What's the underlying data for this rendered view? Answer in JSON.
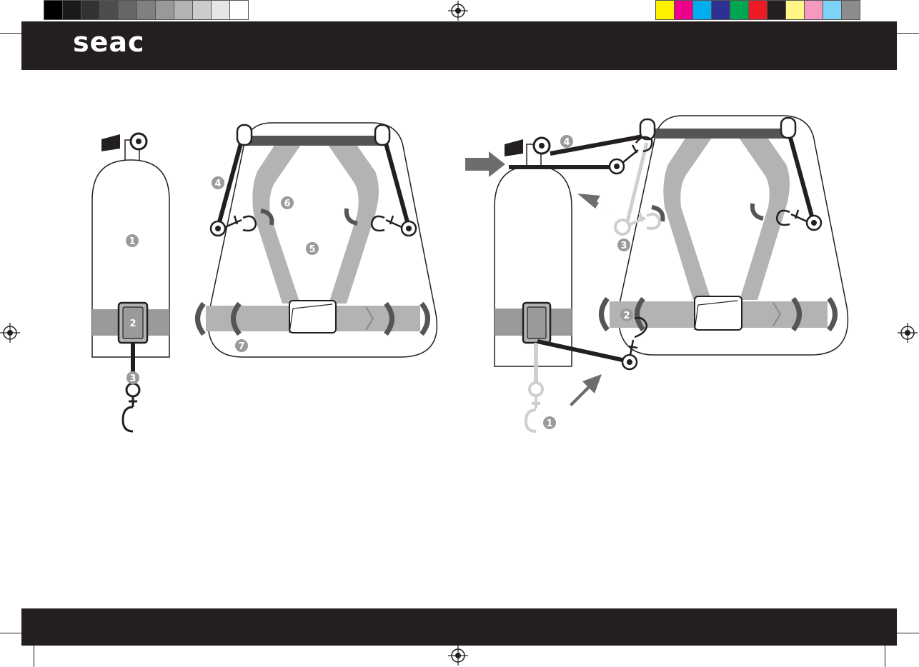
{
  "brand": {
    "logo_text": "seac",
    "bar_color": "#231f20"
  },
  "color_bar": {
    "grayscale": [
      "#000000",
      "#1a1a1a",
      "#333333",
      "#4d4d4d",
      "#666666",
      "#808080",
      "#999999",
      "#b3b3b3",
      "#cccccc",
      "#e6e6e6",
      "#ffffff"
    ],
    "colors": [
      "#fff200",
      "#ec008c",
      "#00aeef",
      "#2e3192",
      "#00a651",
      "#ed1c24",
      "#231f20",
      "#fff685",
      "#f49ac1",
      "#7cd3f7",
      "#8c8c8c"
    ]
  },
  "diagram": {
    "colors": {
      "strap": "#b3b3b3",
      "band": "#9a9a9a",
      "dark_strap": "#231f20",
      "light_strap": "#cfcfcf",
      "arrow": "#6d6d6d",
      "top_bar": "#555555"
    },
    "left_figure": {
      "callouts": [
        "1",
        "2",
        "3",
        "4",
        "5",
        "6",
        "7"
      ]
    },
    "right_figure": {
      "callouts": [
        "4",
        "3",
        "2",
        "1"
      ]
    }
  }
}
